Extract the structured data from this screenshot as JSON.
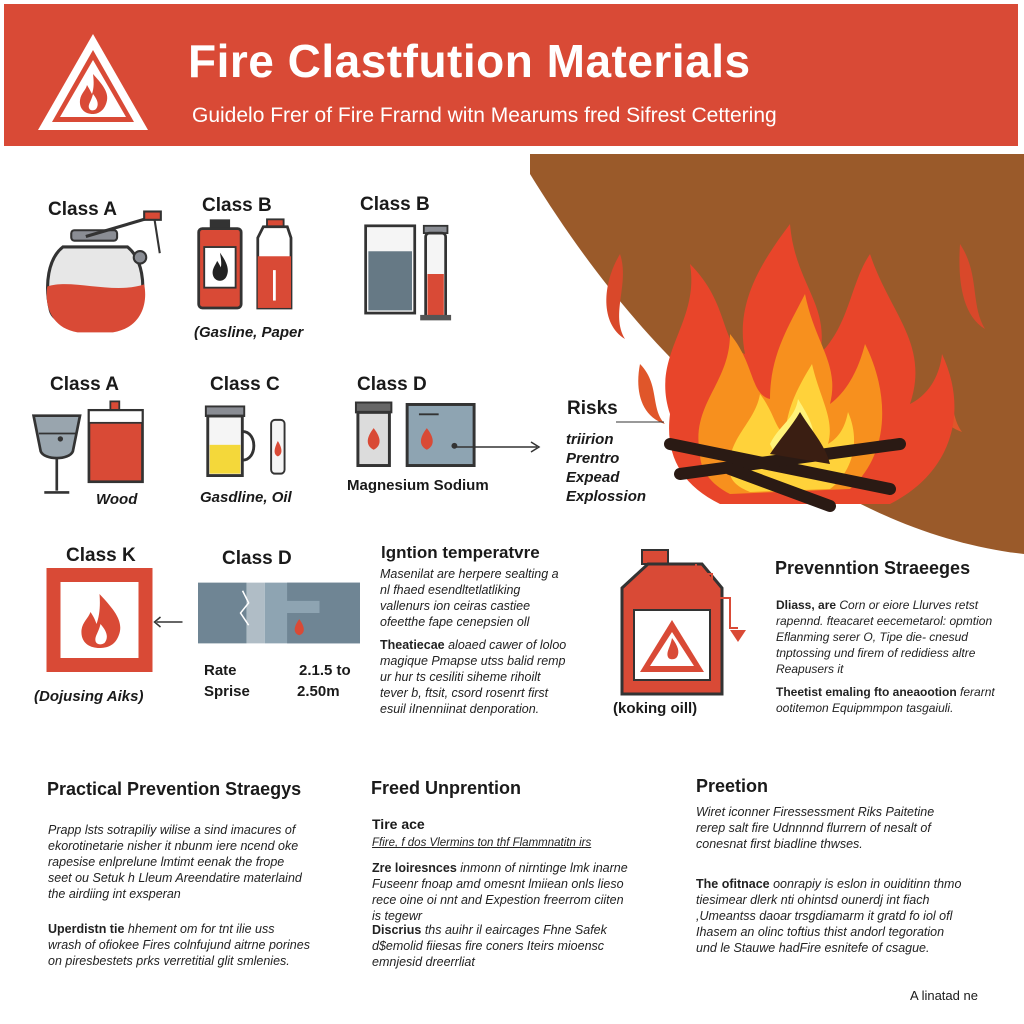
{
  "header": {
    "title": "Fire Clastfution Materials",
    "subtitle": "Guidelo Frer of Fire Frarnd witn Mearums fred Sifrest  Cettering"
  },
  "classes": {
    "row1": [
      "Class A",
      "Class B",
      "Class B"
    ],
    "row1_caption": "(Gasline, Paper",
    "row2": [
      "Class A",
      "Class C",
      "Class D"
    ],
    "row2_captions": [
      "Wood",
      "Gasdline,  Oil",
      "Magnesium Sodium"
    ],
    "row3": [
      "Class K",
      "Class D"
    ],
    "row3_caption": "(Dojusing Aiks)"
  },
  "rates": {
    "label1": "Rate",
    "value1": "2.1.5 to",
    "label2": "Sprise",
    "value2": "2.50m"
  },
  "risks": {
    "title": "Risks",
    "items": [
      "triirion",
      "Prentro",
      "Expead",
      "Explossion"
    ]
  },
  "ignition": {
    "title": "lgntion  temperatvre",
    "p1": "Masenilat  are  herpere sealting a  nl fhaed  esendltetlatliking vallenurs  ion ceiras  castiee ofeetthe fape cenepsien oll",
    "p2_bold": "Theatiecae",
    "p2": "aloaed cawer of loloo magique Pmapse utss balid remp ur hur ts cesiliti siheme rihoilt tever b,  ftsit,  csord rosenrt  first esuil  iInenniinat denporation."
  },
  "prevention_right": {
    "title": "Prevenntion Straeeges",
    "caption": "(koking oill)",
    "p1_bold": "Dliass, are",
    "p1": "Corn or eiore Llurves retst rapennd. fteacaret eecemetarol: opmtion Eflanming  serer  O,  Tipe die- cnesud tnptossing und firem of redidiess altre Reapusers  it",
    "p2_bold": "Theetist emaling fto aneaootion",
    "p2": "ferarnt ootitemon Equipmmpon tasgaiuli."
  },
  "bottom": {
    "col1_title": "Practical Prevention Straegys",
    "col1_p1": "Prapp lsts sotrapiliy wilise a sind imacures of ekorotinetarie nisher it nbunm iere ncend oke rapesise enlprelune lmtimt eenak the frope seet ou Setuk h Lleum  Areendatire  materlaind the airdiing int exsperan",
    "col1_p2_bold": "Uperdistn tie",
    "col1_p2": "hhement om for tnt ilie uss wrash of ofiokee Fires colnfujund aitrne porines on piresbestets prks verretitial glit smlenies.",
    "col2_title": "Freed Unprention",
    "col2_sub": "Tire ace",
    "col2_line": "Ffire, f dos Vlermins ton thf Flammnatitn irs",
    "col2_p_bold": "Zre loiresnces",
    "col2_p": "inmonn of nirntinge lmk inarne Fuseenr fnoap amd omesnt lmiiean onls lieso rece oine oi nnt and Expestion freerrom ciiten is tegewr",
    "col2_p2_bold": "Discrius",
    "col2_p2": "ths  auihr il eaircages Fhne Safek d$emolid fiiesas fire coners Iteirs mioensc emnjesid dreerrliat",
    "col3_title": "Preetion",
    "col3_p1": "Wiret iconner Firessessment Riks Paitetine rerep salt fire Udnnnnd flurrern of nesalt of conesnat first biadline thwses.",
    "col3_p2_bold": "The ofitnace",
    "col3_p2": "oonrapiy is eslon in ouiditinn thmo tiesimear dlerk  nti ohintsd ounerdj int fiach ,Umeantss daoar trsgdiamarm  it gratd fo  iol  ofl  Ihasem  an  olinc toftius  thist  andorl tegoration und le Stauwe hadFire esnitefe of csague."
  },
  "footer": {
    "credit": "A linatad ne"
  },
  "colors": {
    "brand_red": "#d94a36",
    "flame_bg": "#9a5a2a",
    "flame_orange": "#f07a1c",
    "flame_yellow": "#ffd23a"
  }
}
